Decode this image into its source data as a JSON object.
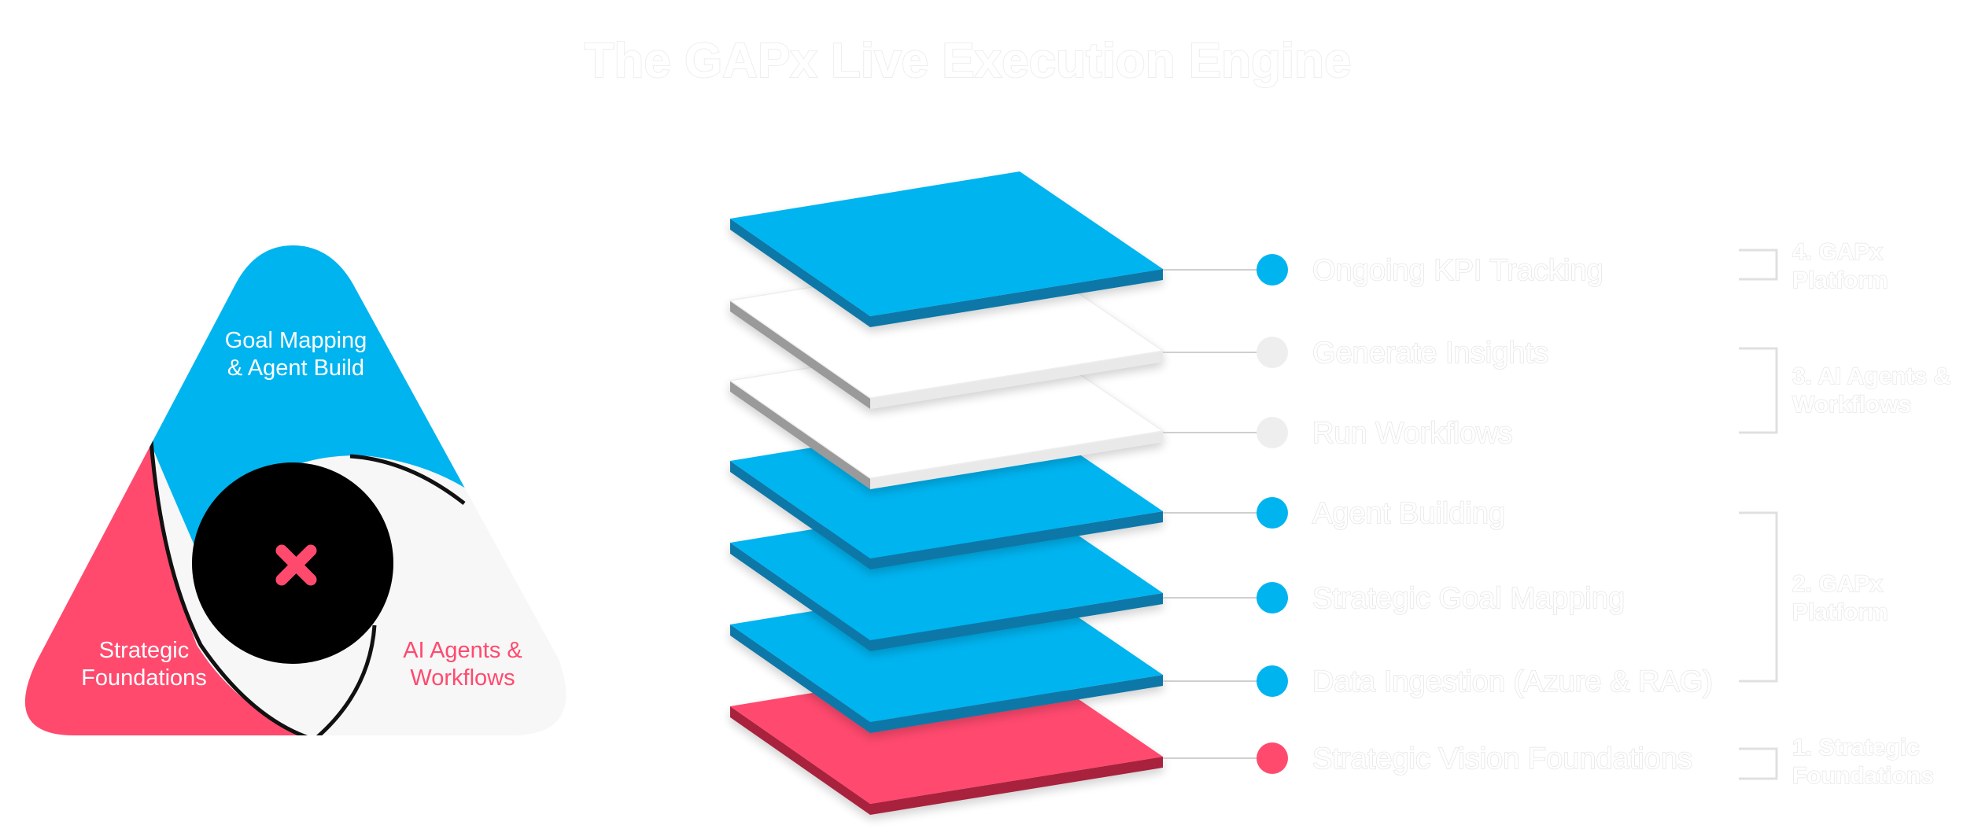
{
  "title": "The GAPx Live Execution Engine",
  "colors": {
    "blue": "#00b4f0",
    "blue_side": "#0a78a8",
    "pink": "#ff4a6e",
    "pink_side": "#a8243e",
    "white": "#ffffff",
    "white_side": "#9a9a9a",
    "grey_dot": "#eeeeee",
    "black": "#000000"
  },
  "triangle": {
    "segments": [
      {
        "label_lines": [
          "Goal Mapping",
          "& Agent Build"
        ],
        "color": "blue"
      },
      {
        "label_lines": [
          "Strategic",
          "Foundations"
        ],
        "color": "pink"
      },
      {
        "label_lines": [
          "AI Agents &",
          "Workflows"
        ],
        "color": "white"
      }
    ],
    "center_icon": "x-cross-icon"
  },
  "layers": [
    {
      "label": "Ongoing KPI Tracking",
      "color": "blue"
    },
    {
      "label": "Generate Insights",
      "color": "white"
    },
    {
      "label": "Run Workflows",
      "color": "white"
    },
    {
      "label": "Agent Building",
      "color": "blue"
    },
    {
      "label": "Strategic Goal Mapping",
      "color": "blue"
    },
    {
      "label": "Data Ingestion (Azure & RAG)",
      "color": "blue"
    },
    {
      "label": "Strategic Vision Foundations",
      "color": "pink"
    }
  ],
  "groups": [
    {
      "label_lines": [
        "4. GAPx",
        "Platform"
      ]
    },
    {
      "label_lines": [
        "3. AI Agents &",
        "Workflows"
      ]
    },
    {
      "label_lines": [
        "2. GAPx",
        "Platform"
      ]
    },
    {
      "label_lines": [
        "1. Strategic",
        "Foundations"
      ]
    }
  ]
}
